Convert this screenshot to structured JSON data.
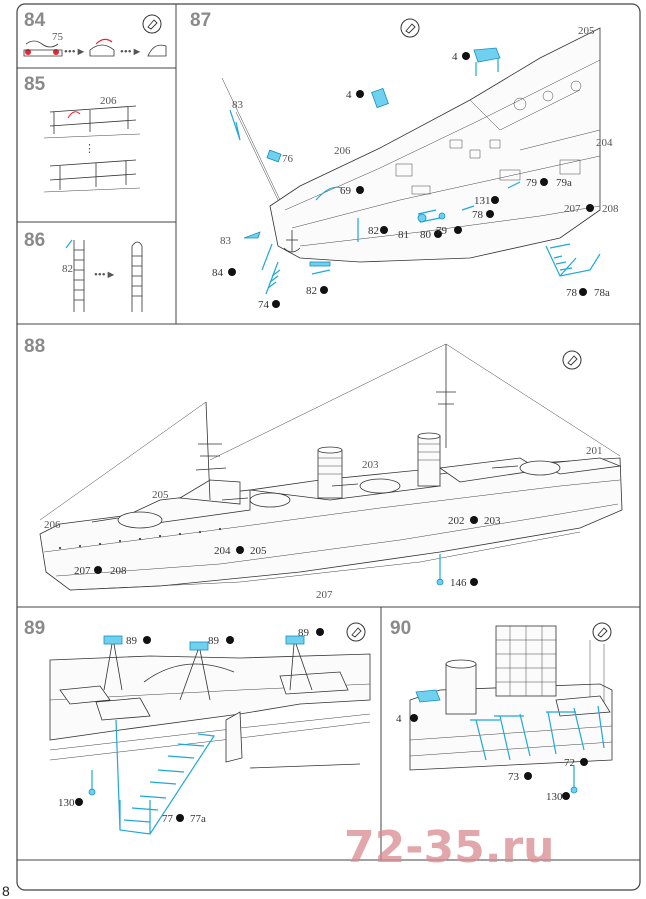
{
  "page_number": "8",
  "watermark": "72-35.ru",
  "steps": {
    "s84": {
      "number": "84",
      "parts": [
        "75"
      ]
    },
    "s85": {
      "number": "85",
      "parts": [
        "206"
      ]
    },
    "s86": {
      "number": "86",
      "parts": [
        "82"
      ]
    },
    "s87": {
      "number": "87",
      "parts": [
        "205",
        "4",
        "4",
        "83",
        "76",
        "206",
        "204",
        "69",
        "79",
        "79a",
        "131",
        "207",
        "208",
        "78",
        "83",
        "82",
        "81",
        "80",
        "79",
        "84",
        "82",
        "74",
        "78",
        "78a"
      ]
    },
    "s88": {
      "number": "88",
      "parts": [
        "201",
        "203",
        "205",
        "206",
        "204",
        "205",
        "202",
        "203",
        "207",
        "208",
        "146",
        "207"
      ]
    },
    "s89": {
      "number": "89",
      "parts": [
        "89",
        "89",
        "89",
        "130",
        "77",
        "77a"
      ]
    },
    "s90": {
      "number": "90",
      "parts": [
        "4",
        "73",
        "72",
        "130"
      ]
    }
  }
}
